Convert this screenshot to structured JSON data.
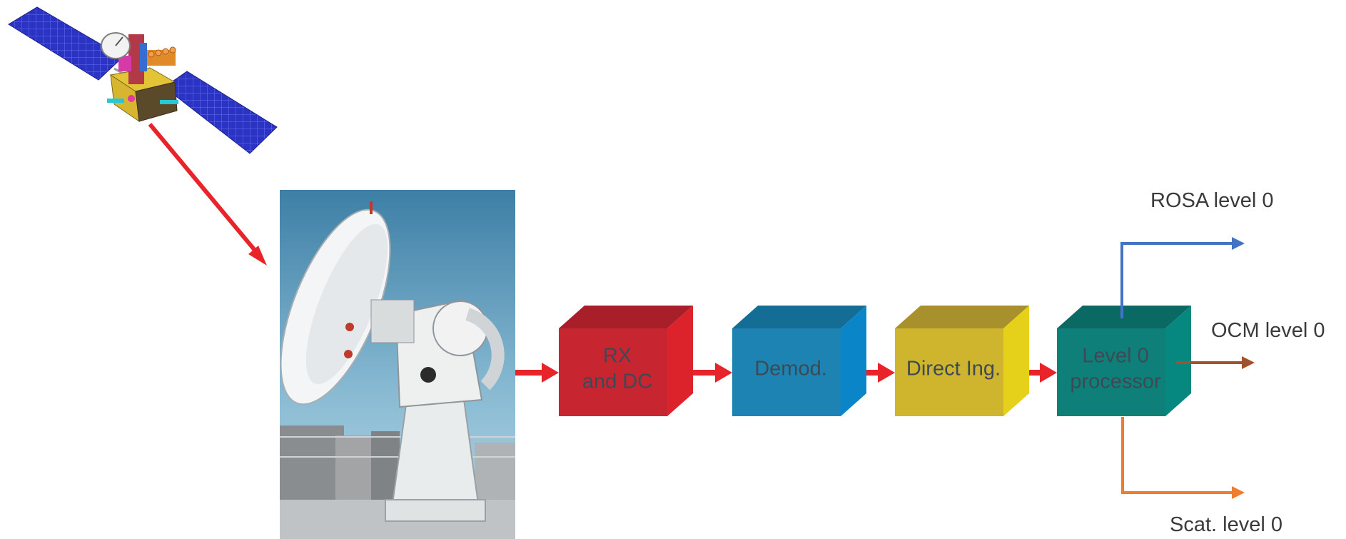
{
  "diagram": {
    "blocks": [
      {
        "id": "rx",
        "lines": [
          "RX",
          "and DC"
        ],
        "front": "#c72631",
        "top": "#a91f29",
        "side": "#dc222b"
      },
      {
        "id": "demod",
        "lines": [
          "Demod."
        ],
        "front": "#1c83b3",
        "top": "#136d94",
        "side": "#0a86c8"
      },
      {
        "id": "ingest",
        "lines": [
          "Direct Ing."
        ],
        "front": "#cfb52e",
        "top": "#a8902c",
        "side": "#e6d11a"
      },
      {
        "id": "l0",
        "lines": [
          "Level 0",
          "processor"
        ],
        "front": "#0f8079",
        "top": "#0b6964",
        "side": "#06877f"
      }
    ],
    "outputs": {
      "rosa": {
        "label": "ROSA level 0",
        "color": "#4472c4"
      },
      "ocm": {
        "label": "OCM level 0",
        "color": "#a0522d"
      },
      "scat": {
        "label": "Scat. level 0",
        "color": "#ed7d31"
      }
    },
    "flow_arrow_color": "#e8242b",
    "icons": {
      "satellite": "satellite-icon",
      "antenna": "ground-station-antenna-photo"
    }
  }
}
